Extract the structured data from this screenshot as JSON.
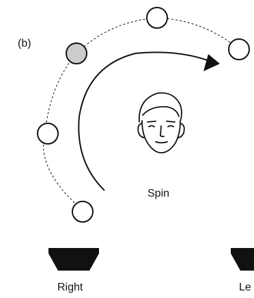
{
  "diagram": {
    "panel_label": "(b)",
    "motion_label": "Spin",
    "speaker_right_label": "Right",
    "speaker_left_label": "Le",
    "colors": {
      "stroke": "#111111",
      "background": "#ffffff",
      "highlighted_position_fill": "#cccccc",
      "speaker_fill": "#111111"
    },
    "icons": {
      "face": "face-icon",
      "speaker_right": "speaker-icon",
      "speaker_left": "speaker-icon",
      "spin_arrow": "curved-arrow-icon"
    }
  }
}
